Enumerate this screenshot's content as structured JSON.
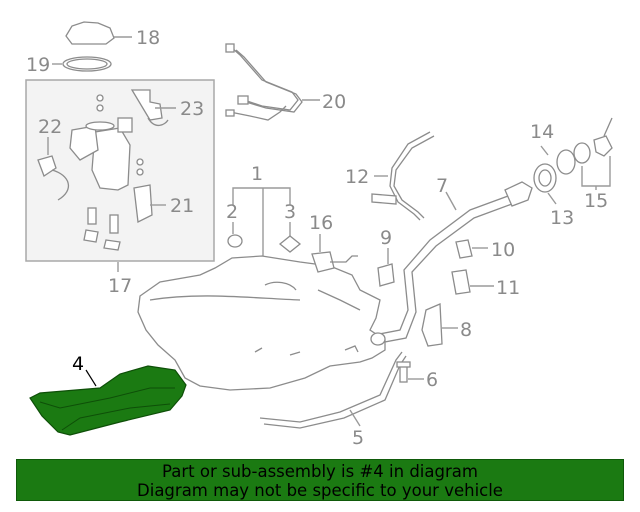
{
  "callouts": {
    "c1": "1",
    "c2": "2",
    "c3": "3",
    "c4": "4",
    "c5": "5",
    "c6": "6",
    "c7": "7",
    "c8": "8",
    "c9": "9",
    "c10": "10",
    "c11": "11",
    "c12": "12",
    "c13": "13",
    "c14": "14",
    "c15": "15",
    "c16": "16",
    "c17": "17",
    "c18": "18",
    "c19": "19",
    "c20": "20",
    "c21": "21",
    "c22": "22",
    "c23": "23"
  },
  "banner": {
    "line1": "Part or sub-assembly is #4 in diagram",
    "line2": "Diagram may not be specific to your vehicle"
  },
  "colors": {
    "highlight_part": "#1b7a12",
    "banner_bg": "#1b7a12",
    "callout_gray": "#8a8a8a"
  }
}
